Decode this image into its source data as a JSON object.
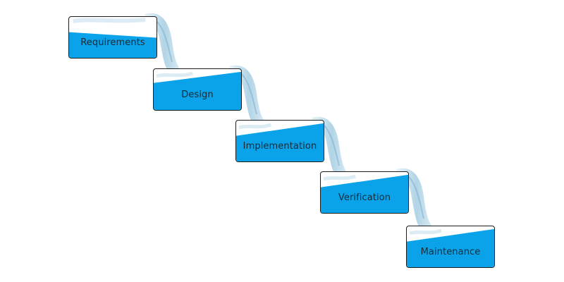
{
  "diagram": {
    "steps": [
      {
        "label": "Requirements"
      },
      {
        "label": "Design"
      },
      {
        "label": "Implementation"
      },
      {
        "label": "Verification"
      },
      {
        "label": "Maintenance"
      }
    ],
    "colors": {
      "box_fill": "#0aa3ea",
      "box_border": "#1d1d1d",
      "water": "#b8d6e6",
      "label_text": "#1b2a36"
    }
  }
}
